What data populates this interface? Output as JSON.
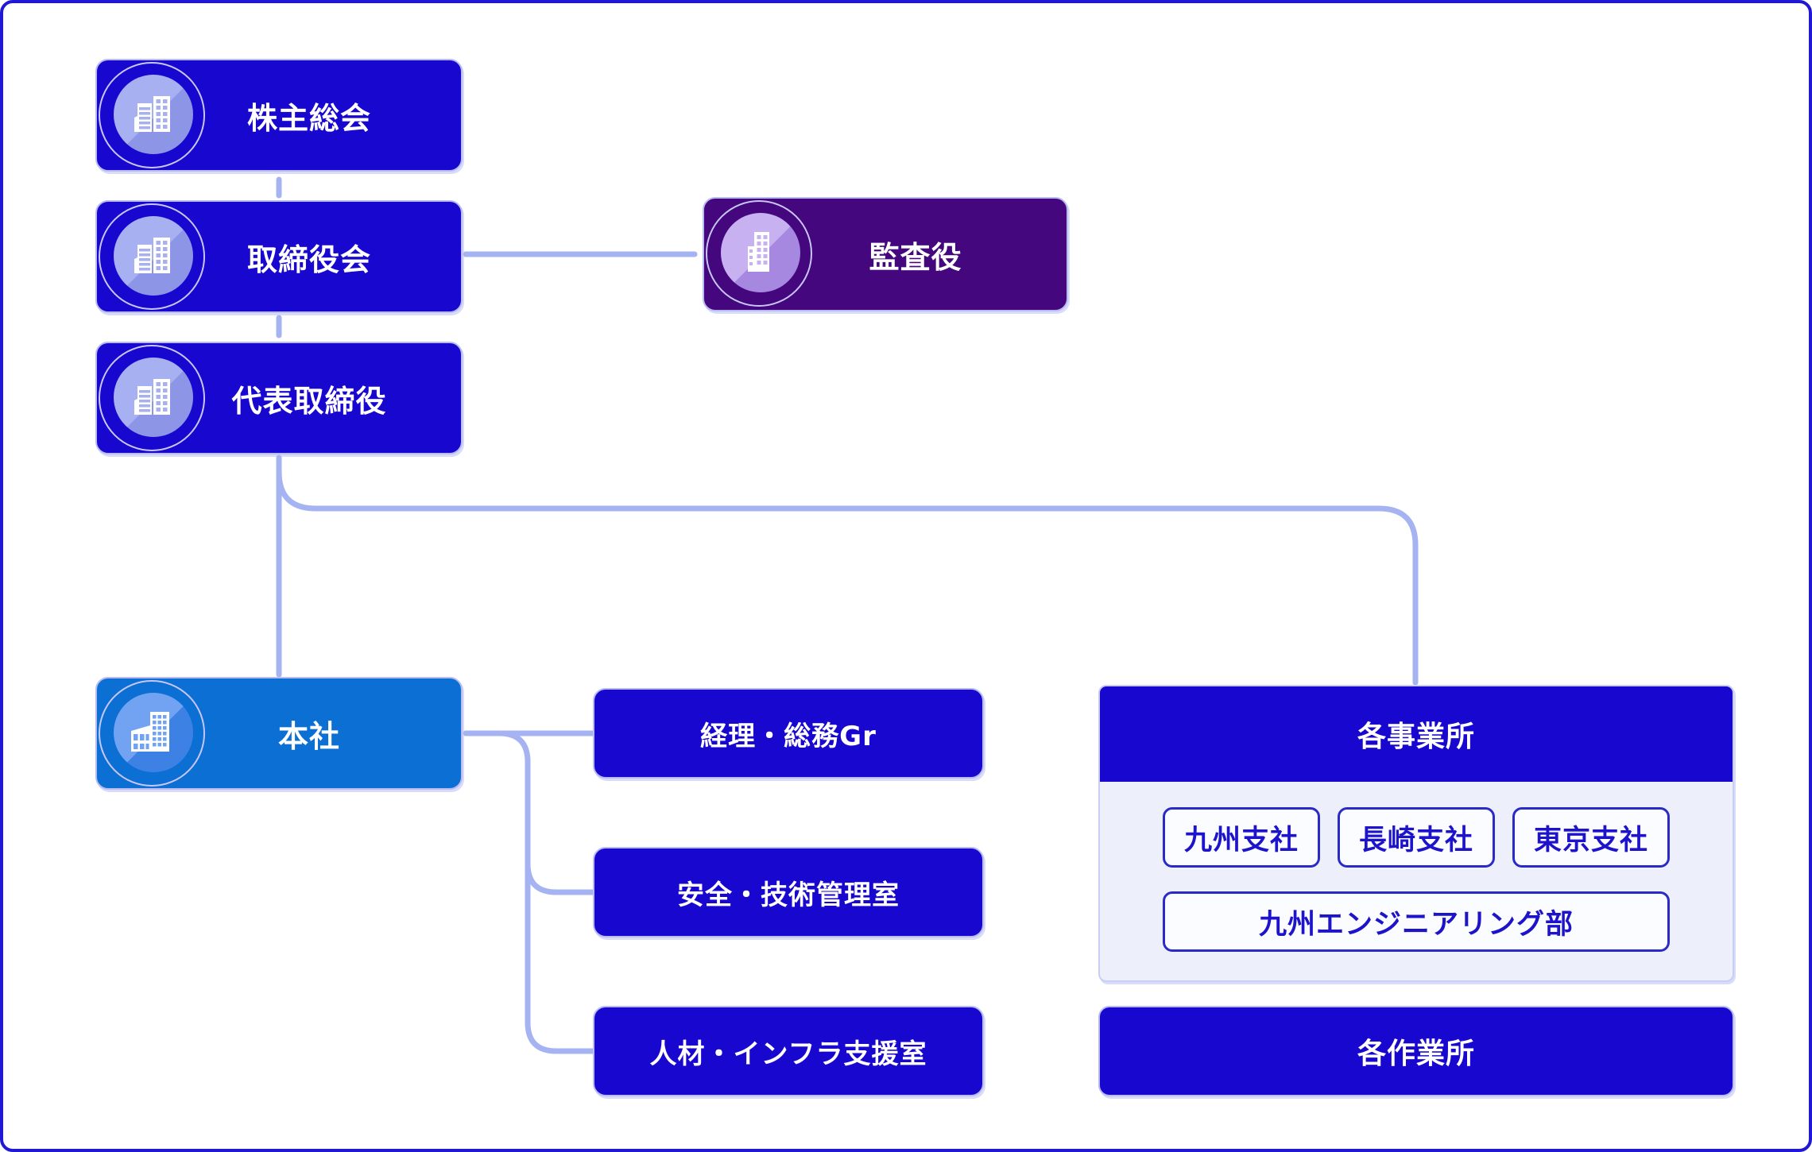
{
  "org_chart": {
    "governance": {
      "shareholders_label": "株主総会",
      "board_label": "取締役会",
      "auditor_label": "監査役",
      "representative_label": "代表取締役"
    },
    "headquarters": {
      "label": "本社",
      "departments": [
        "経理・総務Gr",
        "安全・技術管理室",
        "人材・インフラ支援室"
      ]
    },
    "offices": {
      "label": "各事業所",
      "branches": [
        "九州支社",
        "長崎支社",
        "東京支社"
      ],
      "wide_branch": "九州エンジニアリング部"
    },
    "worksites_label": "各作業所",
    "colors": {
      "primary_blue": "#1807cf",
      "hq_blue": "#0b6fd4",
      "auditor_purple": "#44077e",
      "connector": "#a5b3f3",
      "panel_bg": "#edf0fa",
      "branch_text": "#1d13ca",
      "badge_circle_blue": "#a7b0f1",
      "badge_circle_purple": "#c7b1f1",
      "badge_circle_hq": "#72a3f3"
    },
    "icons": {
      "pill_icon": "building-icon",
      "auditor_icon": "tower-building-icon",
      "hq_icon": "headquarters-building-icon"
    }
  }
}
